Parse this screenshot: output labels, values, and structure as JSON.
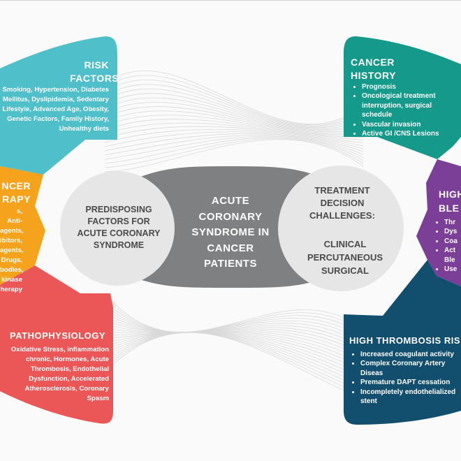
{
  "center": {
    "title": "ACUTE CORONARY SYNDROME IN CANCER PATIENTS",
    "left_circle": "PREDISPOSING FACTORS FOR ACUTE CORONARY SYNDROME",
    "right_circle_title": "TREATMENT DECISION CHALLENGES:",
    "right_circle_options": "CLINICAL PERCUTANEOUS SURGICAL"
  },
  "risk_factors": {
    "title": "RISK FACTORS",
    "text": "Smoking, Hypertension, Diabetes Mellitus, Dyslipidemia, Sedentary Lifestyle, Advanced Age, Obesity, Genetic Factors, Family History, Unhealthy diets"
  },
  "cancer_therapy": {
    "title": "NCER RAPY",
    "text": "s, Anti- agents, ibitors, agents, Drugs, bodies, kinase herapy"
  },
  "pathophysiology": {
    "title": "PATHOPHYSIOLOGY",
    "text": "Oxidative Stress, inflammation chronic, Hormones, Acute Thrombosis, Endothelial Dysfunction, Accelerated Atherosclerosis, Coronary Spasm"
  },
  "cancer_history": {
    "title": "CANCER HISTORY",
    "items": [
      "Prognosis",
      "Oncological treatment interruption, surgical schedule",
      "Vascular invasion",
      "Active GI /CNS Lesions"
    ]
  },
  "high_bleeding": {
    "title": "HIGH BLE",
    "items": [
      "Thr",
      "Dys",
      "Coa",
      "Act Ble",
      "Use"
    ]
  },
  "high_thrombosis": {
    "title": "HIGH THROMBOSIS RIS",
    "items": [
      "Increased coagulant activity",
      "Complex Coronary Artery Diseas",
      "Premature DAPT cessation",
      "Incompletely endothelialized stent"
    ]
  },
  "colors": {
    "risk_factors": "#4fbfc9",
    "cancer_therapy": "#f5a21c",
    "pathophysiology": "#eb5757",
    "cancer_history": "#14998a",
    "high_bleeding": "#7b3f98",
    "high_thrombosis": "#124f6e",
    "center_band": "#7e8082",
    "circle": "#e6e6e6",
    "circle_text": "#4a4a4a"
  }
}
